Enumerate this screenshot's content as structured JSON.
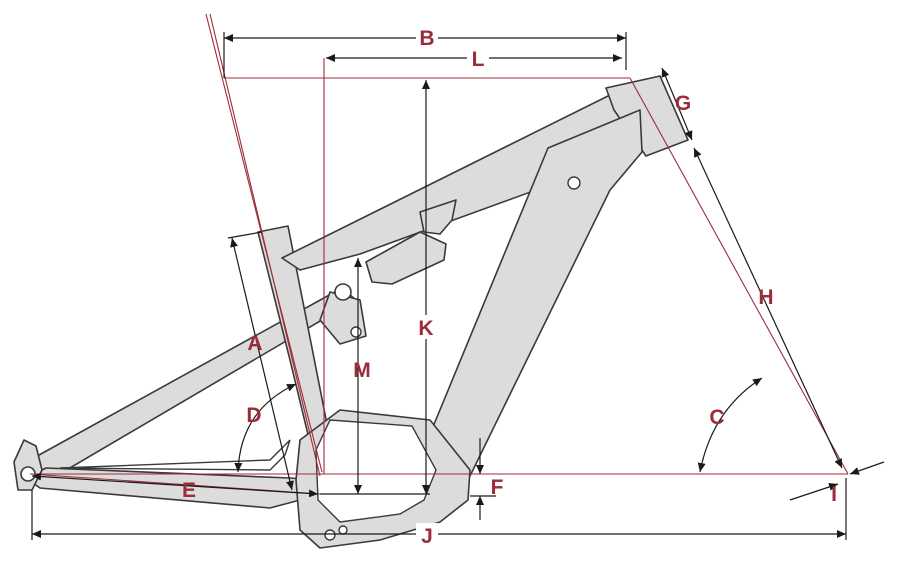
{
  "colors": {
    "label": "#9b2d3a",
    "geometry_line": "#9b2d3a",
    "frame_fill": "#dcdcdc",
    "frame_stroke": "#3a3a3a",
    "dimension": "#1a1a1a"
  },
  "labels": {
    "a": "A",
    "b": "B",
    "c": "C",
    "d": "D",
    "e": "E",
    "f": "F",
    "g": "G",
    "h": "H",
    "i": "I",
    "j": "J",
    "k": "K",
    "l": "L",
    "m": "M"
  }
}
